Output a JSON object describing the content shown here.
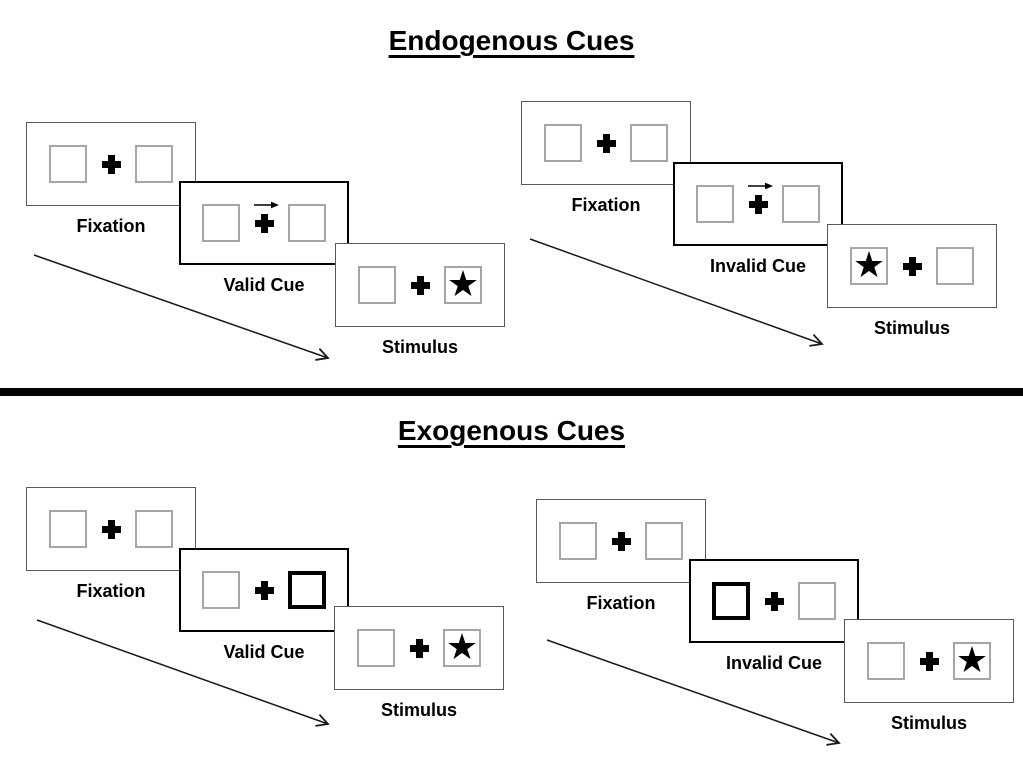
{
  "colors": {
    "background": "#ffffff",
    "ink": "#000000",
    "screen_border": "#595959",
    "cue_screen_border": "#000000",
    "box_border": "#a6a6a6",
    "divider": "#000000"
  },
  "icons": {
    "star_glyph": "★",
    "plus_icon": "heavy-black-cross",
    "cue_arrow_icon": "thin-right-arrow",
    "timeline_arrow_icon": "diagonal-down-right-arrow"
  },
  "sections": [
    {
      "title": "Endogenous Cues",
      "sequences": [
        {
          "name": "valid",
          "panels": [
            {
              "label": "Fixation",
              "left_box": "plain",
              "right_box": "plain",
              "cue_arrow": false
            },
            {
              "label": "Valid Cue",
              "left_box": "plain",
              "right_box": "plain",
              "cue_arrow": true
            },
            {
              "label": "Stimulus",
              "left_box": "plain",
              "right_box": "star",
              "cue_arrow": false
            }
          ]
        },
        {
          "name": "invalid",
          "panels": [
            {
              "label": "Fixation",
              "left_box": "plain",
              "right_box": "plain",
              "cue_arrow": false
            },
            {
              "label": "Invalid Cue",
              "left_box": "plain",
              "right_box": "plain",
              "cue_arrow": true
            },
            {
              "label": "Stimulus",
              "left_box": "star",
              "right_box": "plain",
              "cue_arrow": false
            }
          ]
        }
      ]
    },
    {
      "title": "Exogenous Cues",
      "sequences": [
        {
          "name": "valid",
          "panels": [
            {
              "label": "Fixation",
              "left_box": "plain",
              "right_box": "plain",
              "cue_arrow": false
            },
            {
              "label": "Valid Cue",
              "left_box": "plain",
              "right_box": "cue",
              "cue_arrow": false
            },
            {
              "label": "Stimulus",
              "left_box": "plain",
              "right_box": "star",
              "cue_arrow": false
            }
          ]
        },
        {
          "name": "invalid",
          "panels": [
            {
              "label": "Fixation",
              "left_box": "plain",
              "right_box": "plain",
              "cue_arrow": false
            },
            {
              "label": "Invalid Cue",
              "left_box": "cue",
              "right_box": "plain",
              "cue_arrow": false
            },
            {
              "label": "Stimulus",
              "left_box": "plain",
              "right_box": "star",
              "cue_arrow": false
            }
          ]
        }
      ]
    }
  ]
}
